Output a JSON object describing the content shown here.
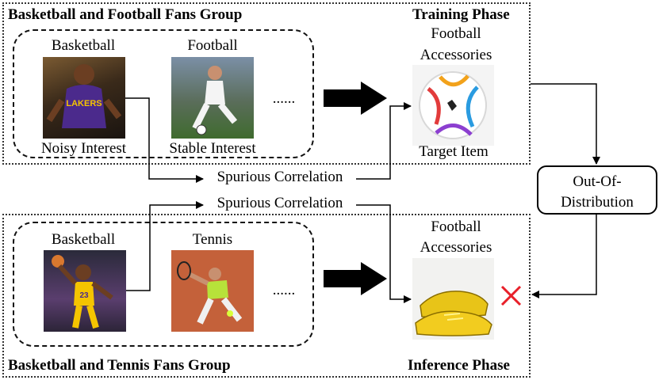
{
  "top_group": {
    "title": "Basketball and Football Fans Group",
    "phase": "Training Phase",
    "item1_label": "Basketball",
    "item1_caption": "Noisy Interest",
    "item2_label": "Football",
    "item2_caption": "Stable Interest",
    "ellipsis": "......",
    "target_title_line1": "Football",
    "target_title_line2": "Accessories",
    "target_caption": "Target Item"
  },
  "spurious_top": "Spurious Correlation",
  "spurious_bottom": "Spurious Correlation",
  "ood_box": {
    "line1": "Out-Of-",
    "line2": "Distribution"
  },
  "bottom_group": {
    "title": "Basketball and Tennis Fans Group",
    "phase": "Inference Phase",
    "item1_label": "Basketball",
    "item2_label": "Tennis",
    "ellipsis": "......",
    "target_title_line1": "Football",
    "target_title_line2": "Accessories"
  },
  "colors": {
    "cross": "#e8202a",
    "arrow": "#000000"
  }
}
